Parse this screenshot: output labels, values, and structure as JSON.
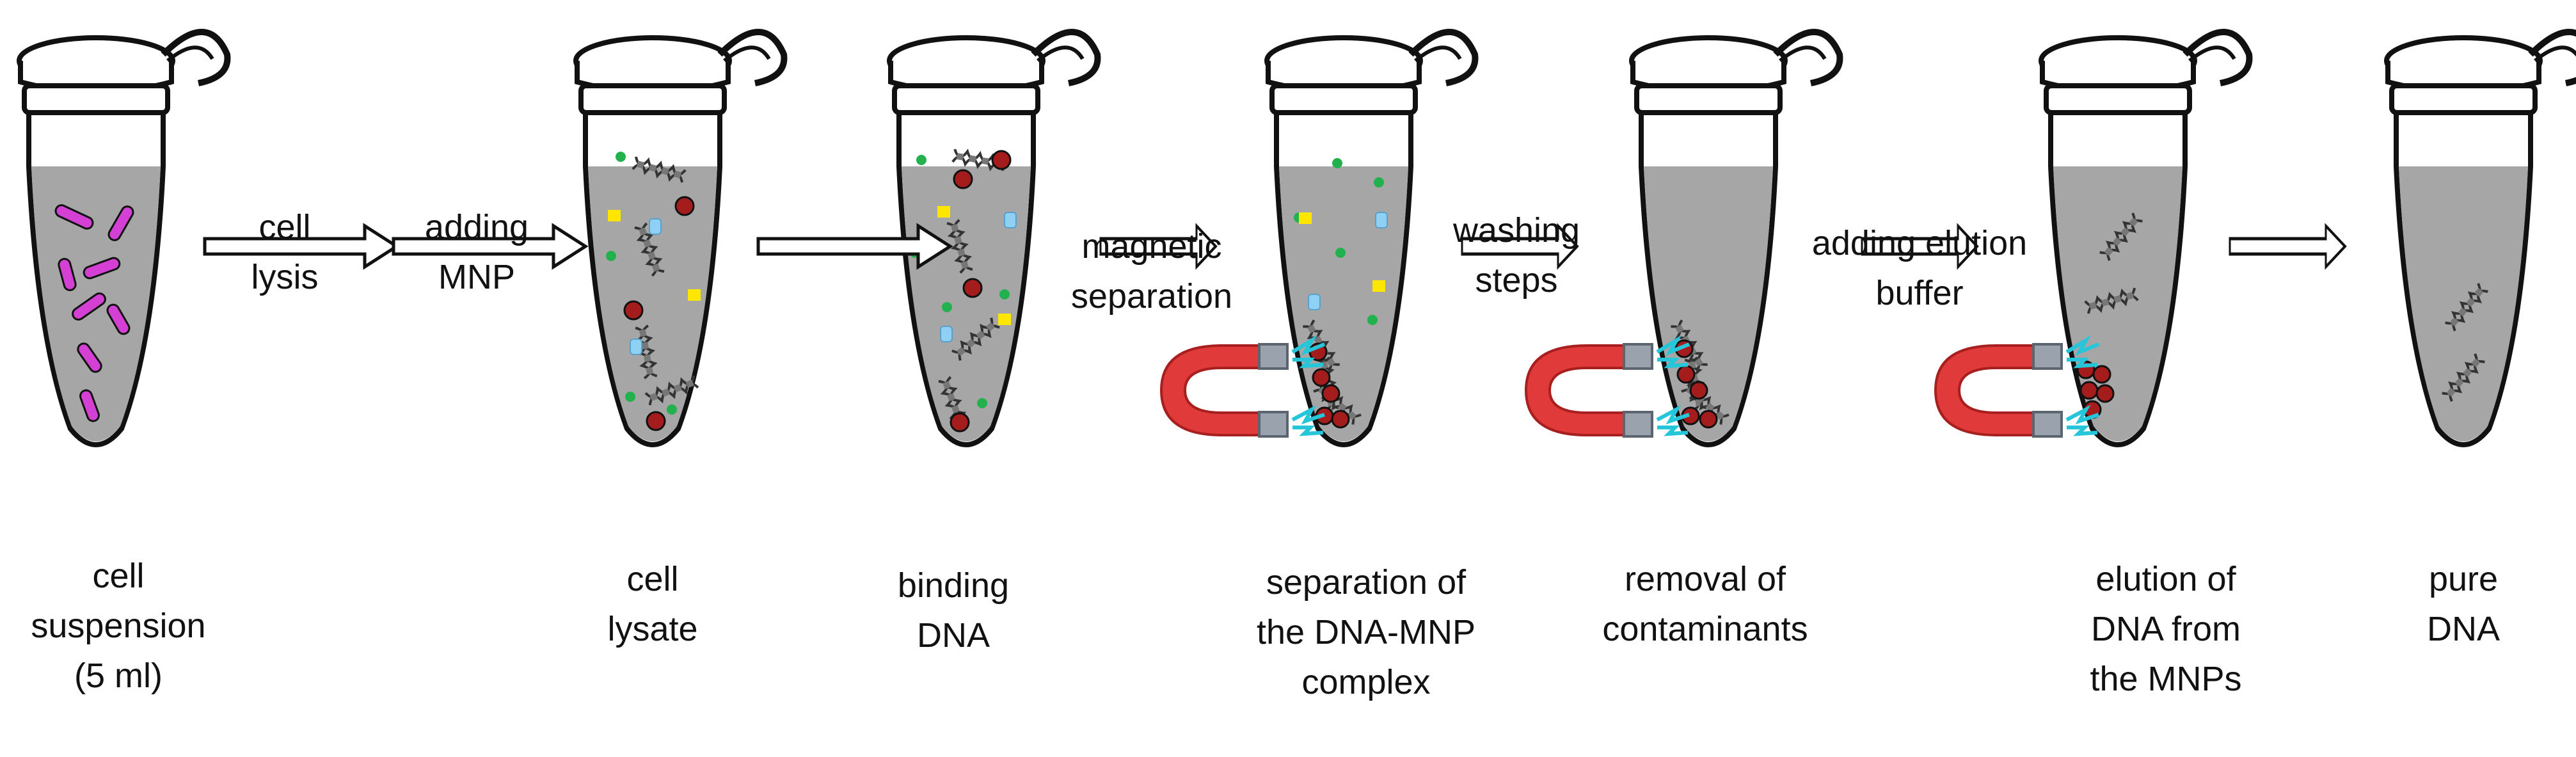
{
  "steps": [
    {
      "id": "cell-suspension",
      "caption": [
        "cell",
        "suspension",
        "(5 ml)"
      ]
    },
    {
      "id": "cell-lysate",
      "caption": [
        "cell",
        "lysate"
      ]
    },
    {
      "id": "binding-dna",
      "caption": [
        "binding",
        "DNA"
      ]
    },
    {
      "id": "separation-complex",
      "caption": [
        "separation of",
        "the DNA-MNP",
        "complex"
      ]
    },
    {
      "id": "removal-contaminants",
      "caption": [
        "removal of",
        "contaminants"
      ]
    },
    {
      "id": "elution-dna",
      "caption": [
        "elution of",
        "DNA from",
        "the MNPs"
      ]
    },
    {
      "id": "pure-dna",
      "caption": [
        "pure",
        "DNA"
      ]
    }
  ],
  "transitions": [
    {
      "id": "cell-lysis",
      "label": [
        "cell",
        "lysis"
      ]
    },
    {
      "id": "adding-mnp",
      "label": [
        "adding",
        "MNP"
      ]
    },
    {
      "id": "binding",
      "label": []
    },
    {
      "id": "magnetic-separation",
      "label": [
        "magnetic",
        "separation"
      ]
    },
    {
      "id": "washing-steps",
      "label": [
        "washing",
        "steps"
      ]
    },
    {
      "id": "adding-elution-buffer",
      "label": [
        "adding elution",
        "buffer"
      ]
    },
    {
      "id": "final",
      "label": []
    }
  ],
  "colors": {
    "liquid": "#a6a6a6",
    "tube_outline": "#111111",
    "bacteria": "#d43fd4",
    "mnp": "#a51c1c",
    "green_dot": "#22b14c",
    "yellow_square": "#ffe600",
    "blue_cylinder": "#8fd0f5",
    "magnet_red": "#e03a3a",
    "magnet_pole": "#9aa3ad",
    "field_lines": "#26c6da",
    "dna": "#777777"
  },
  "icons": [
    "tube-icon",
    "magnet-icon",
    "dna-icon",
    "bacteria-icon",
    "nanoparticle-icon",
    "arrow-icon"
  ]
}
